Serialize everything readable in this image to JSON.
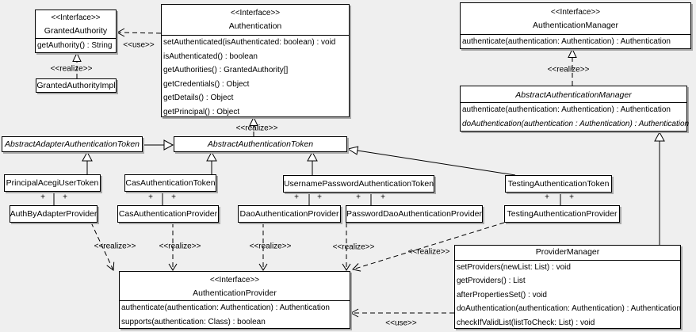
{
  "diagram": {
    "classes": {
      "granted_authority": {
        "stereotype": "<<Interface>>",
        "name": "GrantedAuthority",
        "methods": [
          "getAuthority() : String"
        ]
      },
      "granted_authority_impl": {
        "name": "GrantedAuthorityImpl"
      },
      "authentication": {
        "stereotype": "<<Interface>>",
        "name": "Authentication",
        "methods": [
          "setAuthenticated(isAuthenticated: boolean) : void",
          "isAuthenticated() : boolean",
          "getAuthorities() : GrantedAuthority[]",
          "getCredentials() : Object",
          "getDetails() : Object",
          "getPrincipal() : Object"
        ]
      },
      "authentication_manager": {
        "stereotype": "<<Interface>>",
        "name": "AuthenticationManager",
        "methods": [
          "authenticate(authentication: Authentication) : Authentication"
        ]
      },
      "abstract_authentication_manager": {
        "name": "AbstractAuthenticationManager",
        "methods": [
          "authenticate(authentication: Authentication) : Authentication",
          "doAuthentication(authentication : Authentication) : Authentication"
        ]
      },
      "abstract_adapter_authentication_token": {
        "name": "AbstractAdapterAuthenticationToken"
      },
      "abstract_authentication_token": {
        "name": "AbstractAuthenticationToken"
      },
      "principal_acegi_user_token": {
        "name": "PrincipalAcegiUserToken"
      },
      "cas_authentication_token": {
        "name": "CasAuthenticationToken"
      },
      "username_password_authentication_token": {
        "name": "UsernamePasswordAuthenticationToken"
      },
      "testing_authentication_token": {
        "name": "TestingAuthenticationToken"
      },
      "auth_by_adapter_provider": {
        "name": "AuthByAdapterProvider"
      },
      "cas_authentication_provider": {
        "name": "CasAuthenticationProvider"
      },
      "dao_authentication_provider": {
        "name": "DaoAuthenticationProvider"
      },
      "password_dao_authentication_provider": {
        "name": "PasswordDaoAuthenticationProvider"
      },
      "testing_authentication_provider": {
        "name": "TestingAuthenticationProvider"
      },
      "authentication_provider": {
        "stereotype": "<<Interface>>",
        "name": "AuthenticationProvider",
        "methods": [
          "authenticate(authentication: Authentication) : Authentication",
          "supports(authentication: Class) : boolean"
        ]
      },
      "provider_manager": {
        "name": "ProviderManager",
        "methods": [
          "setProviders(newList: List) : void",
          "getProviders() : List",
          "afterPropertiesSet() : void",
          "doAuthentication(authentication: Authentication) : Authentication",
          "checkIfValidList(listToCheck: List) : void"
        ]
      }
    },
    "edge_labels": {
      "use": "<<use>>",
      "realize": "<<realize>>",
      "plus": "+"
    },
    "colors": {
      "background": "#efefef",
      "box_fill": "#ffffff",
      "line": "#000000",
      "shadow": "#a9a9a9"
    }
  }
}
